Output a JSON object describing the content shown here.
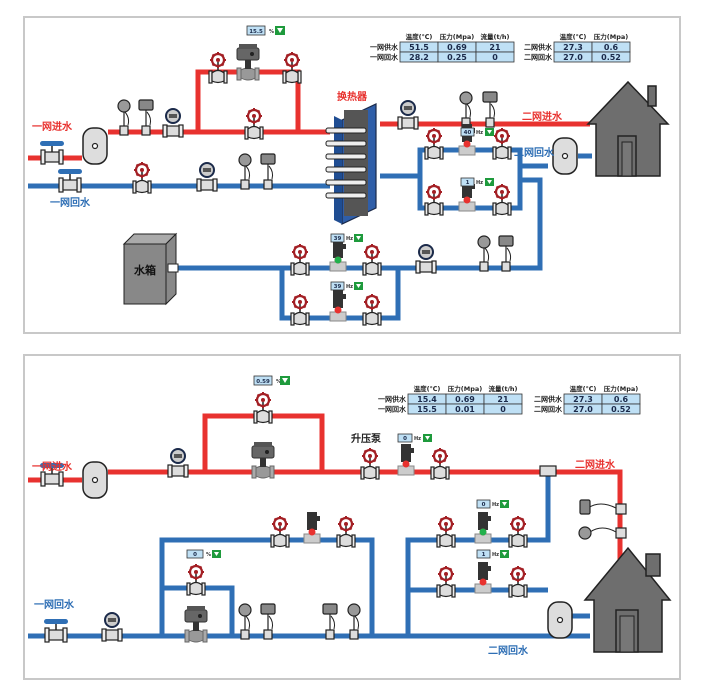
{
  "panel_top": {
    "labels": {
      "primary_supply": "一网进水",
      "primary_return": "一网回水",
      "heat_exchanger": "换热器",
      "secondary_supply": "二网进水",
      "secondary_return": "二网回水",
      "water_tank": "水箱"
    },
    "table_primary": {
      "headers": [
        "温度(℃)",
        "压力(Mpa)",
        "流量(t/h)"
      ],
      "rows": [
        {
          "name": "一网供水",
          "values": [
            "51.5",
            "0.69",
            "21"
          ]
        },
        {
          "name": "一网回水",
          "values": [
            "28.2",
            "0.25",
            "0"
          ]
        }
      ]
    },
    "table_secondary": {
      "headers": [
        "温度(℃)",
        "压力(Mpa)"
      ],
      "rows": [
        {
          "name": "二网供水",
          "values": [
            "27.3",
            "0.6"
          ]
        },
        {
          "name": "二网回水",
          "values": [
            "27.0",
            "0.52"
          ]
        }
      ]
    },
    "control_valve": {
      "value": "15.5",
      "unit": "%"
    },
    "circ_pump_1": {
      "value": "40",
      "unit": "Hz",
      "status": "running",
      "status_color": "#e8322f"
    },
    "circ_pump_2": {
      "value": "1",
      "unit": "Hz",
      "status": "stopped",
      "status_color": "#e8322f"
    },
    "makeup_pump_1": {
      "value": "39",
      "unit": "Hz",
      "status": "running",
      "status_color": "#22b14c"
    },
    "makeup_pump_2": {
      "value": "39",
      "unit": "Hz",
      "status": "stopped",
      "status_color": "#e8322f"
    }
  },
  "panel_bottom": {
    "labels": {
      "primary_supply": "一网进水",
      "primary_return": "一网回水",
      "booster_pump": "升压泵",
      "secondary_supply": "二网进水",
      "secondary_return": "二网回水"
    },
    "table_primary": {
      "headers": [
        "温度(℃)",
        "压力(Mpa)",
        "流量(t/h)"
      ],
      "rows": [
        {
          "name": "一网供水",
          "values": [
            "15.4",
            "0.69",
            "21"
          ]
        },
        {
          "name": "一网回水",
          "values": [
            "15.5",
            "0.01",
            "0"
          ]
        }
      ]
    },
    "table_secondary": {
      "headers": [
        "温度(℃)",
        "压力(Mpa)"
      ],
      "rows": [
        {
          "name": "二网供水",
          "values": [
            "27.3",
            "0.6"
          ]
        },
        {
          "name": "二网回水",
          "values": [
            "27.0",
            "0.52"
          ]
        }
      ]
    },
    "control_valve_top": {
      "value": "0.59",
      "unit": "%"
    },
    "control_valve_bottom": {
      "value": "0",
      "unit": "%"
    },
    "booster": {
      "value": "0",
      "unit": "Hz",
      "status_color": "#e8322f"
    },
    "circ_pump_1": {
      "value": "0",
      "unit": "Hz",
      "status_color": "#22b14c"
    },
    "circ_pump_2": {
      "value": "1",
      "unit": "Hz",
      "status_color": "#e8322f"
    },
    "bypass_pump": {
      "status_color": "#e8322f"
    }
  },
  "colors": {
    "supply_pipe": "#e8322f",
    "return_pipe": "#2f6fb5",
    "valve_wheel": "#a31f24",
    "value_box": "#bfe0f5",
    "ok_indicator": "#1e9a3c",
    "house": "#6e6e6e"
  }
}
